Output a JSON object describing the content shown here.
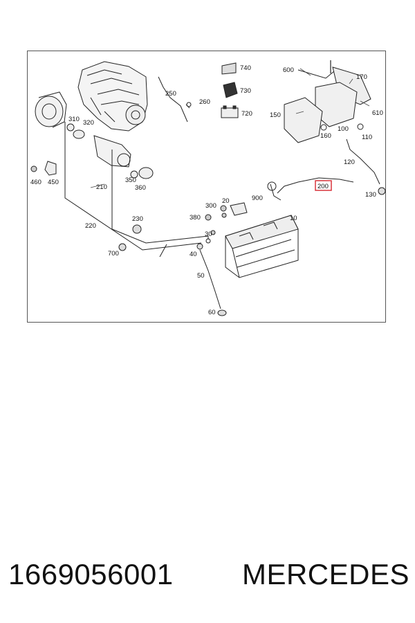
{
  "diagram": {
    "highlight_color": "#d9333b",
    "highlighted_part": "200",
    "labels": {
      "l740": "740",
      "l730": "730",
      "l720": "720",
      "l600": "600",
      "l170": "170",
      "l610": "610",
      "l150": "150",
      "l160": "160",
      "l100": "100",
      "l110": "110",
      "l120": "120",
      "l200": "200",
      "l130": "130",
      "l250": "250",
      "l260": "260",
      "l310": "310",
      "l320": "320",
      "l460": "460",
      "l450": "450",
      "l210": "210",
      "l350": "350",
      "l360": "360",
      "l220": "220",
      "l230": "230",
      "l700": "700",
      "l300": "300",
      "l20": "20",
      "l900": "900",
      "l380": "380",
      "l10": "10",
      "l30": "30",
      "l40": "40",
      "l50": "50",
      "l60": "60"
    }
  },
  "caption": {
    "part_number": "1669056001",
    "brand": "MERCEDES"
  }
}
